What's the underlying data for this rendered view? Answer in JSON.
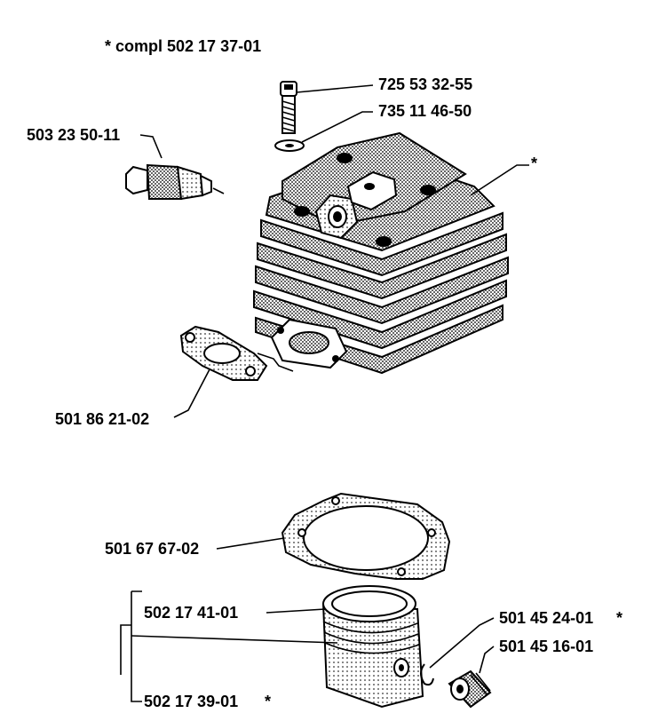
{
  "header": {
    "text": "* compl 502 17 37-01"
  },
  "labels": {
    "bolt": "725 53 32-55",
    "washer": "735 11 46-50",
    "spark_plug": "503 23 50-11",
    "cylinder": "*",
    "exhaust_gasket": "501 86 21-02",
    "base_gasket": "501 67 67-02",
    "piston_ring": "502 17 41-01",
    "piston_set": "502 17 39-01",
    "piston_set_star": "*",
    "circlip": "501 45 24-01",
    "circlip_star": "*",
    "needle_bearing": "501 45 16-01"
  },
  "colors": {
    "ink": "#000000",
    "hatch": "#7a7a7a",
    "paper": "#ffffff"
  }
}
